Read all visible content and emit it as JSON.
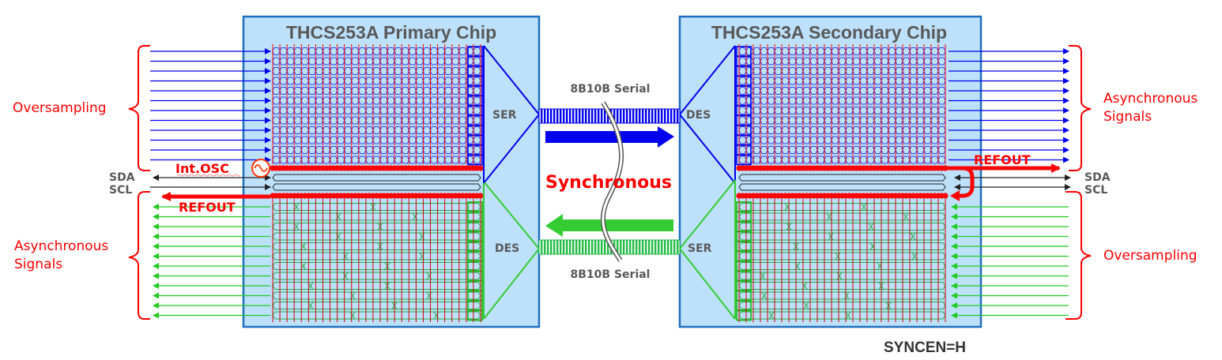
{
  "diagram": {
    "primary_chip": {
      "title": "THCS253A Primary Chip",
      "ser_label": "SER",
      "des_label": "DES",
      "osc_label": "Int.OSC",
      "refout_label": "REFOUT"
    },
    "secondary_chip": {
      "title": "THCS253A Secondary Chip",
      "ser_label": "SER",
      "des_label": "DES",
      "refout_label": "REFOUT"
    },
    "link": {
      "forward_label": "8B10B Serial",
      "reverse_label": "8B10B Serial",
      "mode_label": "Synchronous"
    },
    "left_side": {
      "top_group_label": "Oversampling",
      "bottom_group_label": [
        "Asynchronous",
        "Signals"
      ],
      "sda_label": "SDA",
      "scl_label": "SCL"
    },
    "right_side": {
      "top_group_label": [
        "Asynchronous",
        "Signals"
      ],
      "bottom_group_label": "Oversampling",
      "sda_label": "SDA",
      "scl_label": "SCL"
    },
    "footer": {
      "syncen_label": "SYNCEN=H"
    },
    "signal_lanes": {
      "oversampling_count": 12,
      "async_count": 12
    },
    "colors": {
      "chip_fill": "#bde0fb",
      "chip_border": "#1f6fbf",
      "forward_path": "#0000ee",
      "reverse_path": "#22bb22",
      "clock_ref": "#ff0000",
      "bus": "#222222",
      "text_gray": "#595959"
    }
  }
}
